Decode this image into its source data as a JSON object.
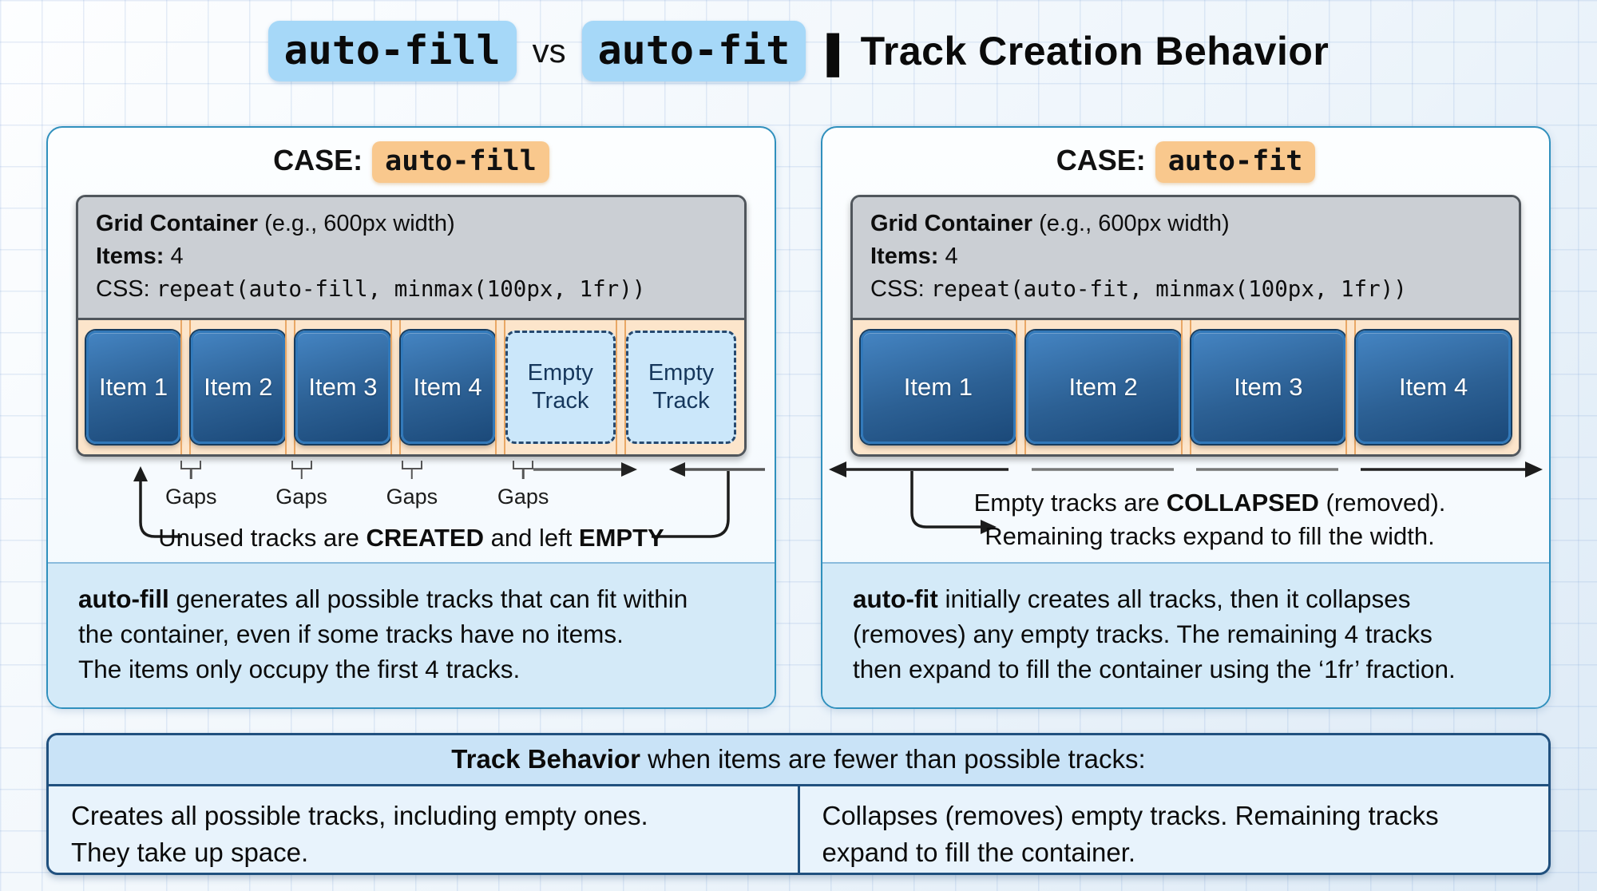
{
  "title": {
    "code_fill": "auto-fill",
    "vs": "vs",
    "code_fit": "auto-fit",
    "divider": "|",
    "rest": "Track Creation Behavior"
  },
  "panel_fill": {
    "case_label": "CASE:",
    "case_code": "auto-fill",
    "info_line1": [
      {
        "t": "Grid Container",
        "b": true
      },
      {
        "t": " (e.g., 600px width)"
      }
    ],
    "info_line2": [
      {
        "t": "Items:",
        "b": true
      },
      {
        "t": " 4"
      }
    ],
    "info_line3": [
      {
        "t": "CSS: "
      },
      {
        "t": "repeat(auto-fill, minmax(100px, 1fr))",
        "m": true
      }
    ],
    "items": [
      "Item 1",
      "Item 2",
      "Item 3",
      "Item 4"
    ],
    "empty_tracks": [
      "Empty Track",
      "Empty Track"
    ],
    "gap_labels": [
      "Gaps",
      "Gaps",
      "Gaps",
      "Gaps"
    ],
    "note": [
      {
        "t": "Unused tracks are "
      },
      {
        "t": "CREATED",
        "b": true
      },
      {
        "t": " and left "
      },
      {
        "t": "EMPTY",
        "b": true
      }
    ],
    "description": [
      {
        "t": "auto-fill",
        "b": true
      },
      {
        "t": " generates all possible tracks that can fit within\nthe container, even if some tracks have no items.\nThe items only occupy the first 4 tracks."
      }
    ]
  },
  "panel_fit": {
    "case_label": "CASE:",
    "case_code": "auto-fit",
    "info_line1": [
      {
        "t": "Grid Container",
        "b": true
      },
      {
        "t": " (e.g., 600px width)"
      }
    ],
    "info_line2": [
      {
        "t": "Items:",
        "b": true
      },
      {
        "t": " 4"
      }
    ],
    "info_line3": [
      {
        "t": "CSS: "
      },
      {
        "t": "repeat(auto-fit, minmax(100px, 1fr))",
        "m": true
      }
    ],
    "items": [
      "Item 1",
      "Item 2",
      "Item 3",
      "Item 4"
    ],
    "note_line1": [
      {
        "t": "Empty tracks are "
      },
      {
        "t": "COLLAPSED",
        "b": true
      },
      {
        "t": " (removed)."
      }
    ],
    "note_line2": [
      {
        "t": "Remaining tracks expand to fill the width."
      }
    ],
    "description": [
      {
        "t": "auto-fit",
        "b": true
      },
      {
        "t": " initially creates all tracks, then it collapses\n(removes) any empty tracks. The remaining 4 tracks\nthen expand to fill the container using the ‘1fr’ fraction."
      }
    ]
  },
  "table": {
    "header": [
      {
        "t": "Track Behavior",
        "b": true
      },
      {
        "t": " when items are fewer than possible tracks:"
      }
    ],
    "cell_fill": "Creates all possible tracks, including empty ones.\nThey take up space.",
    "cell_fit": "Collapses (removes) empty tracks. Remaining tracks\nexpand to fill the container."
  },
  "colors": {
    "highlight_blue": "#a6d8f8",
    "highlight_orange": "#f9c88d",
    "panel_border": "#3090bd",
    "item_blue": "#1b4979",
    "track_area_bg": "#fce5cb",
    "gap_line": "#e9a765",
    "empty_track_bg": "#cbe7fa",
    "table_border": "#20507e",
    "table_header_bg": "#c9e3f7"
  }
}
